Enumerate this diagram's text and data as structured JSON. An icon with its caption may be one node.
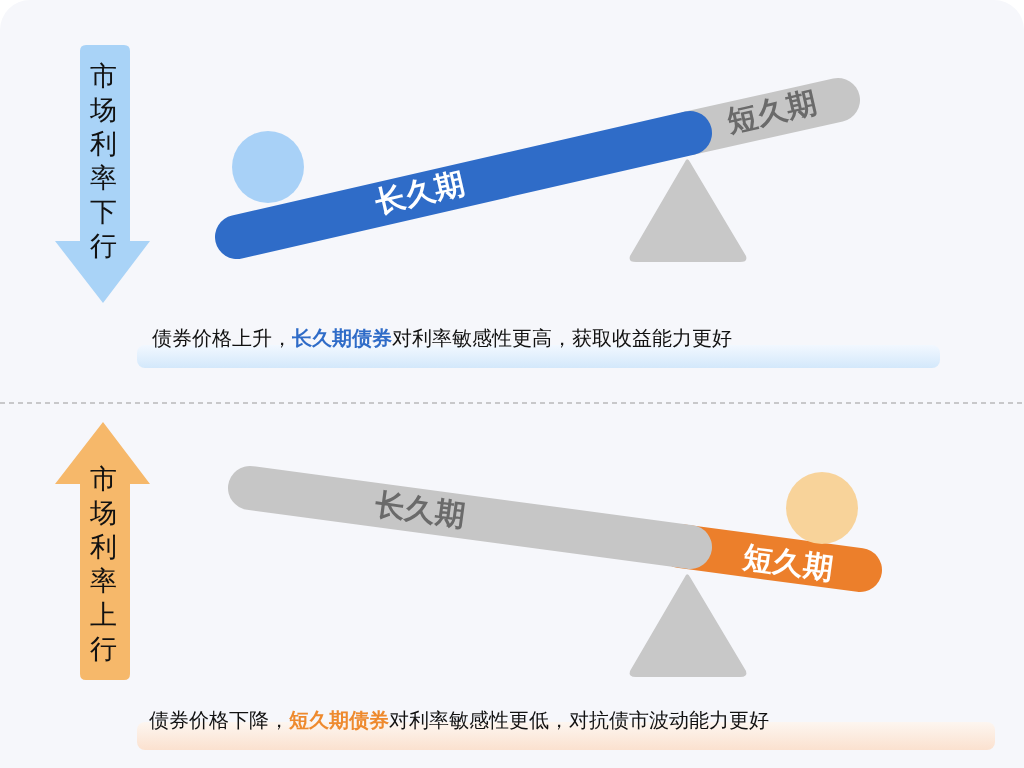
{
  "diagram": {
    "nodes": [
      {
        "text": [
          "市场利率下行"
        ]
      },
      {
        "text": [
          "长久期"
        ]
      },
      {
        "text": [
          "短久期"
        ]
      },
      {
        "text": [
          "债券价格上升，**长久期债券**对利率敏感性更高，获取收益能力更好"
        ]
      },
      {
        "text": [
          "市场利率上行"
        ]
      },
      {
        "text": [
          "长久期"
        ]
      },
      {
        "text": [
          "短久期"
        ]
      },
      {
        "text": [
          "债券价格下降，**短久期债券**对利率敏感性更低，对抗债市波动能力更好"
        ]
      }
    ]
  }
}
